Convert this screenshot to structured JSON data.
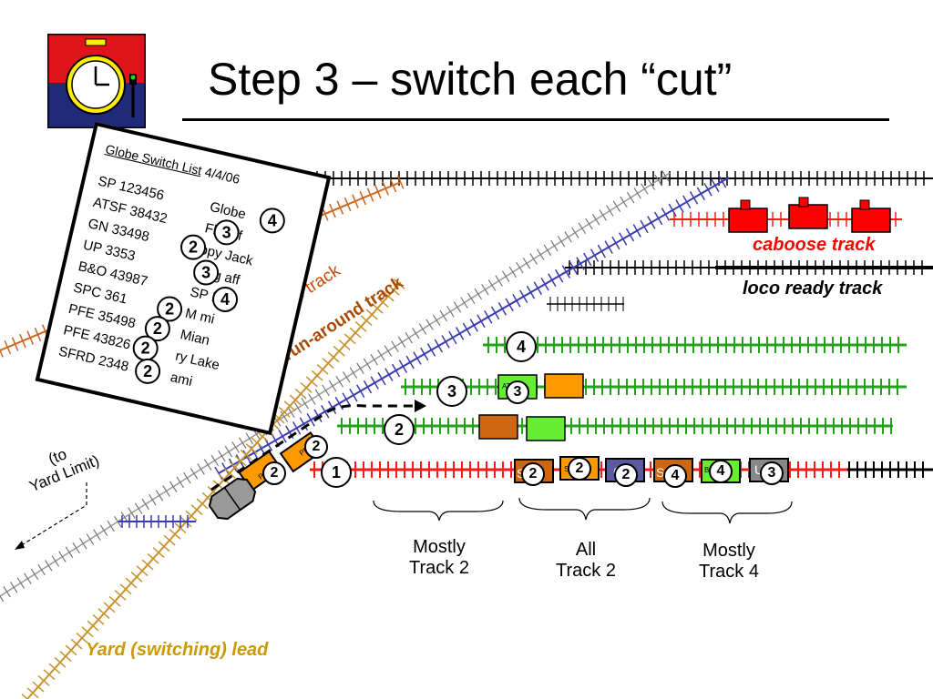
{
  "slide": {
    "title": "Step 3 – switch each “cut”",
    "logo_icon": "stopwatch-signal-icon"
  },
  "tracks": {
    "caboose": "caboose track",
    "loco_ready": "loco ready track",
    "run_around": "ard run-around track",
    "main_partial": "e track",
    "main_top_partial": "Z)",
    "yard_lead": "Yard (switching) lead",
    "yard_limit_line1": "(to",
    "yard_limit_line2": "Yard Limit)"
  },
  "track_numbers": [
    "1",
    "2",
    "3",
    "4"
  ],
  "destinations": [
    {
      "line1": "Mostly",
      "line2": "Track 2"
    },
    {
      "line1": "All",
      "line2": "Track 2"
    },
    {
      "line1": "Mostly",
      "line2": "Track 4"
    }
  ],
  "switch_list": {
    "title": "Globe Switch List",
    "date": "4/4/06",
    "rows": [
      {
        "car": "SP 123456",
        "dest": "Globe",
        "cut": "4"
      },
      {
        "car": "ATSF 38432",
        "dest": "Flag  ff",
        "cut": "3"
      },
      {
        "car": "GN 33498",
        "dest": "  ppy Jack",
        "cut": "2"
      },
      {
        "car": "UP 3353",
        "dest": "Flag  aff",
        "cut": "3"
      },
      {
        "car": "B&O 43987",
        "dest": "SP Int  g",
        "cut": "4"
      },
      {
        "car": "SPC 361",
        "dest": "M  mi",
        "cut": "2"
      },
      {
        "car": "PFE 35498",
        "dest": "Mian",
        "cut": "2"
      },
      {
        "car": "PFE 43826",
        "dest": "  ry Lake",
        "cut": "2"
      },
      {
        "car": "SFRD 2348",
        "dest": "  ami",
        "cut": "2"
      }
    ]
  },
  "car_badges": {
    "track3_car": "3",
    "lead_car_a": "2",
    "lead_car_b": "2",
    "track1_cut": [
      "2",
      "2",
      "2",
      "4",
      "4",
      "3"
    ]
  },
  "car_labels": {
    "track3_atsf": "ATSF",
    "t1_c1": "SP",
    "t1_c2": "SP",
    "t1_c3": "GN",
    "t1_c4": "SP",
    "t1_c5": "B&O",
    "t1_c6": "UP",
    "lead_a": "PFE",
    "lead_b": "PFE"
  },
  "colors": {
    "red_track": "#ff1a1a",
    "green_track": "#22a31a",
    "blue_track": "#3b3bb0",
    "orange_track": "#cc6622",
    "tan_track": "#c8922e",
    "caboose_red": "#ff0000",
    "car_orange": "#ff9900",
    "car_green": "#66ee33",
    "car_brown": "#cc6611",
    "car_gray": "#888888",
    "label_red": "#ff0000",
    "label_brown": "#a84a00",
    "lead_label": "#cc9900"
  }
}
